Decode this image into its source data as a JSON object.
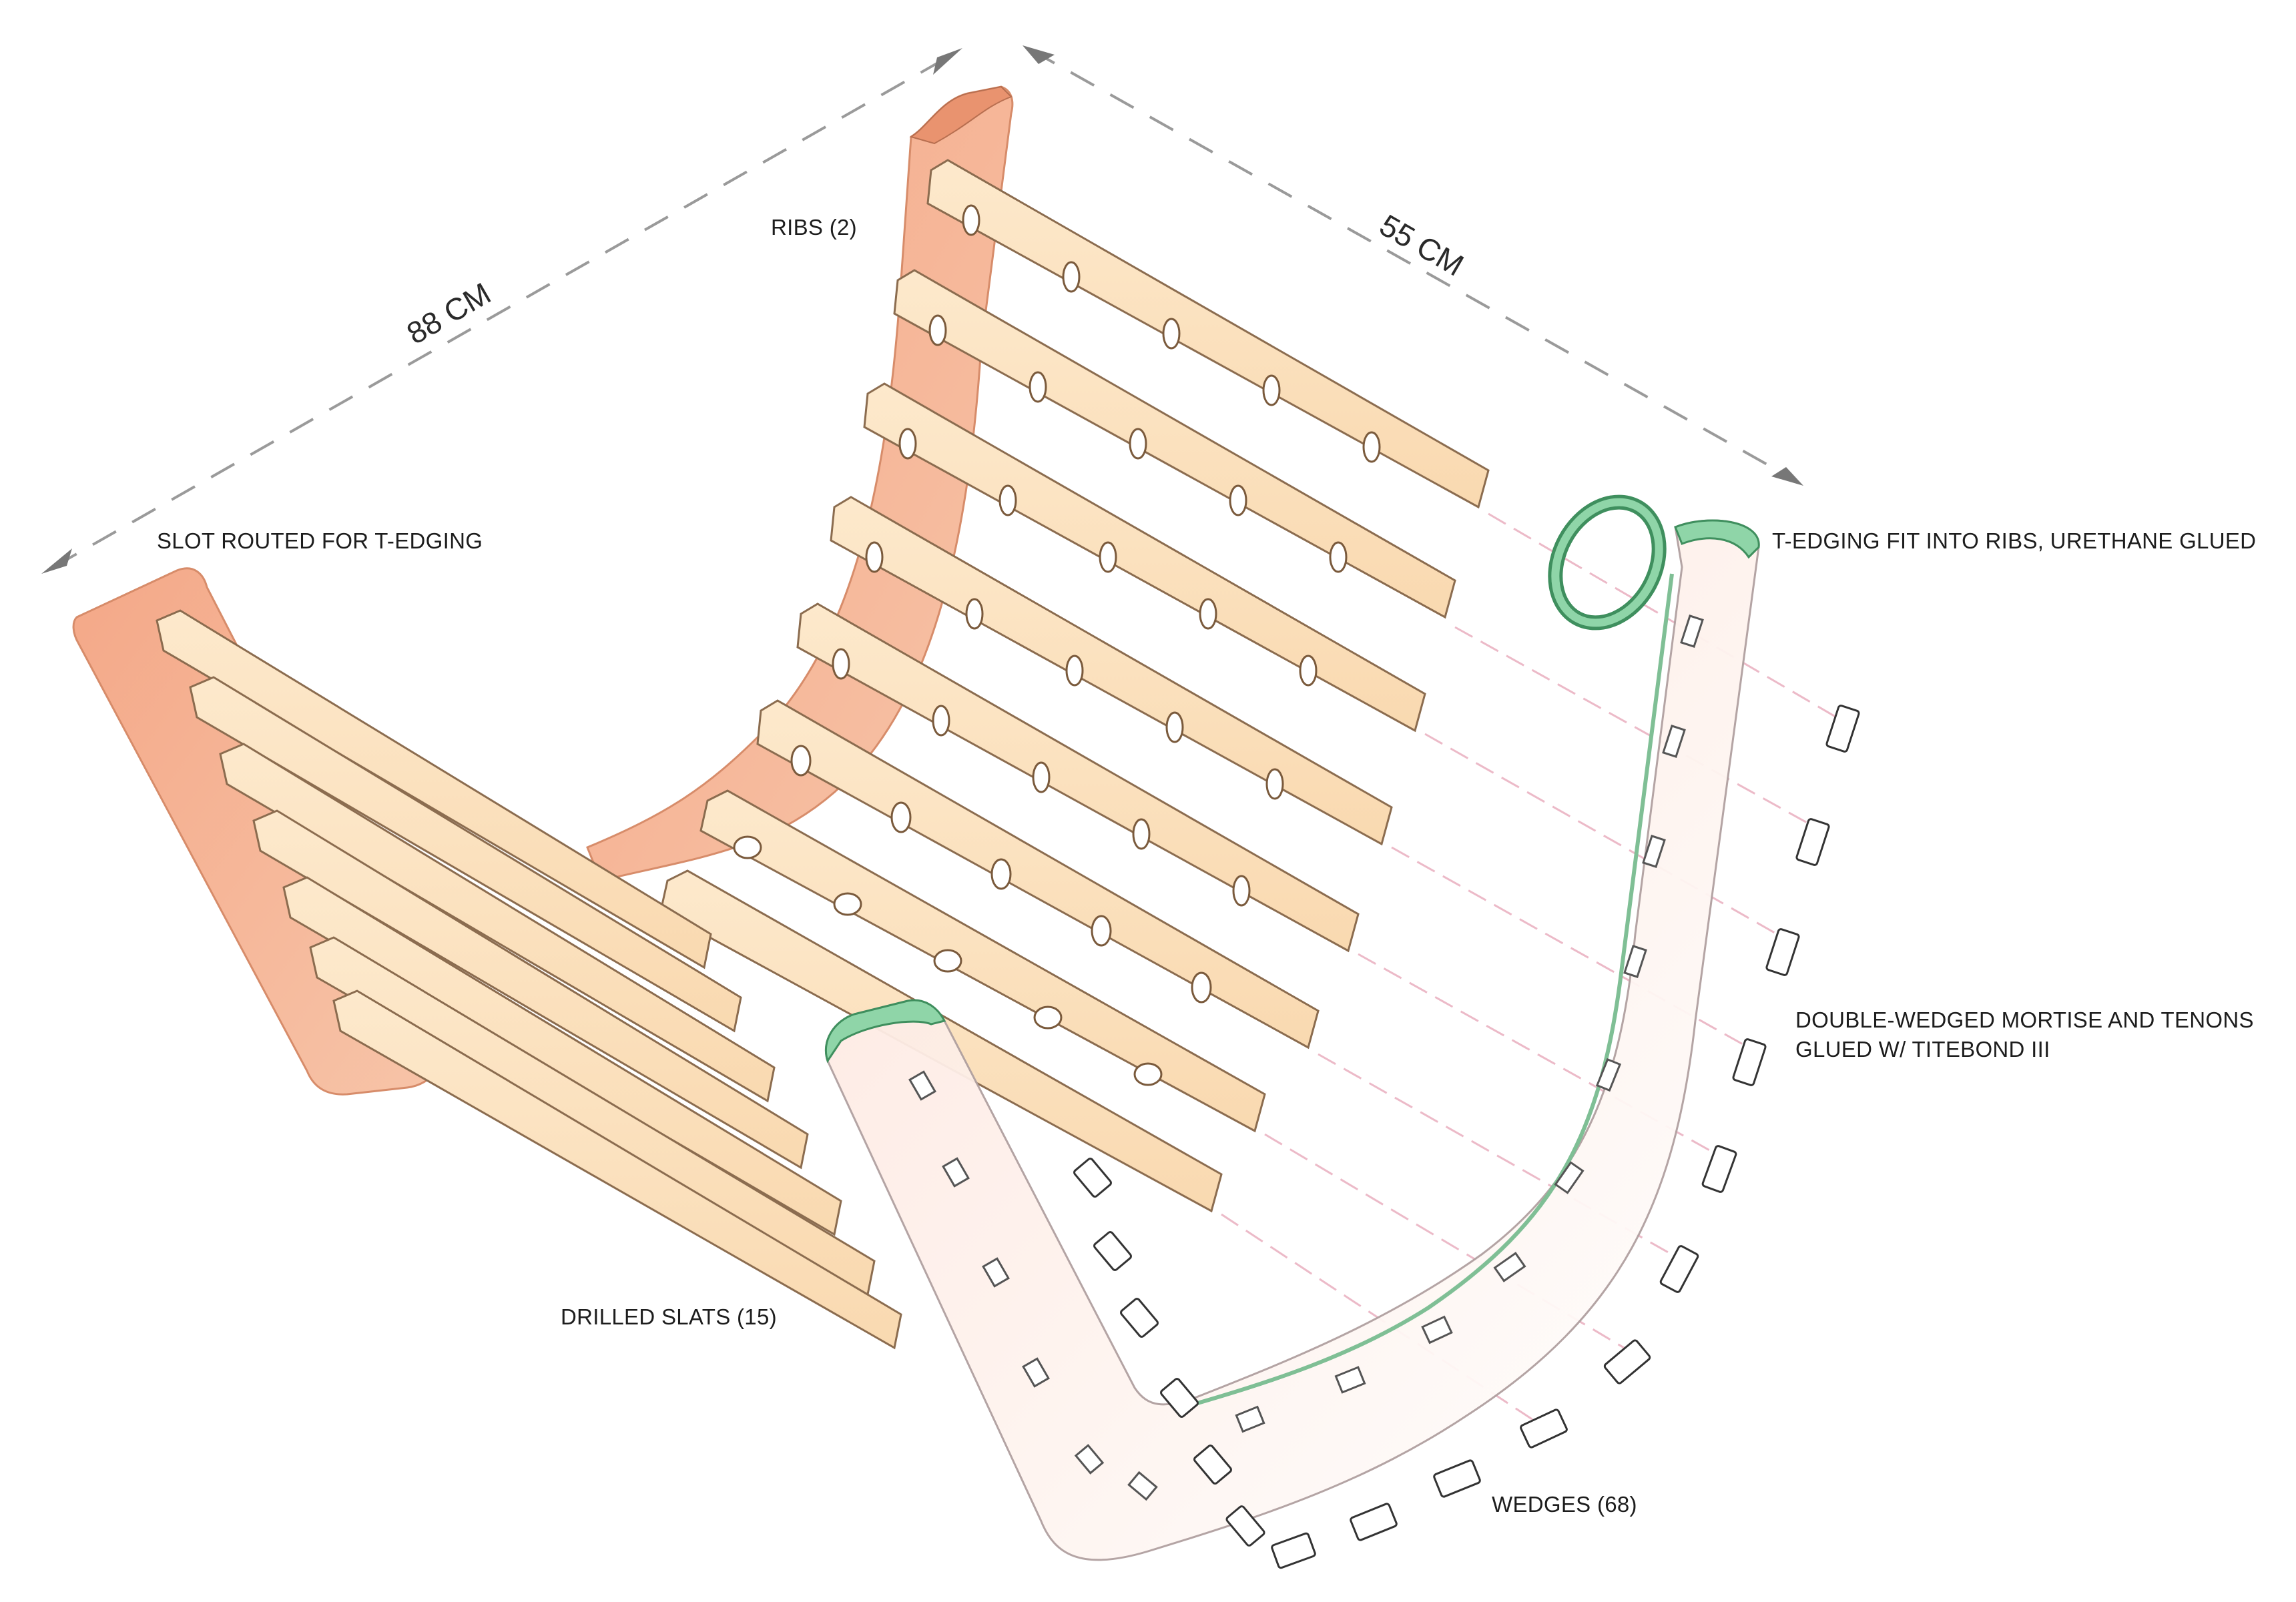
{
  "dimensions": {
    "length": "88 CM",
    "width": "55 CM"
  },
  "labels": {
    "ribs": "RIBS (2)",
    "slot": "SLOT ROUTED FOR T-EDGING",
    "t_edging": "T-EDGING FIT INTO RIBS, URETHANE GLUED",
    "mortise_line1": "DOUBLE-WEDGED MORTISE AND TENONS",
    "mortise_line2": "GLUED W/ TITEBOND III",
    "slats": "DRILLED SLATS (15)",
    "wedges": "WEDGES (68)"
  },
  "colors": {
    "rib_fill": "#f5b697",
    "rib_edge": "#e49a78",
    "slat_fill": "#fde3bf",
    "slat_edge": "#8a6a4a",
    "t_edging": "#7fc99a",
    "t_edging_dark": "#3f8f5e",
    "front_rib_fill": "#fbeee6",
    "wedge_fill": "#ffffff",
    "dimension_line": "#8a8a8a",
    "guide_line": "#e6a9b8"
  }
}
